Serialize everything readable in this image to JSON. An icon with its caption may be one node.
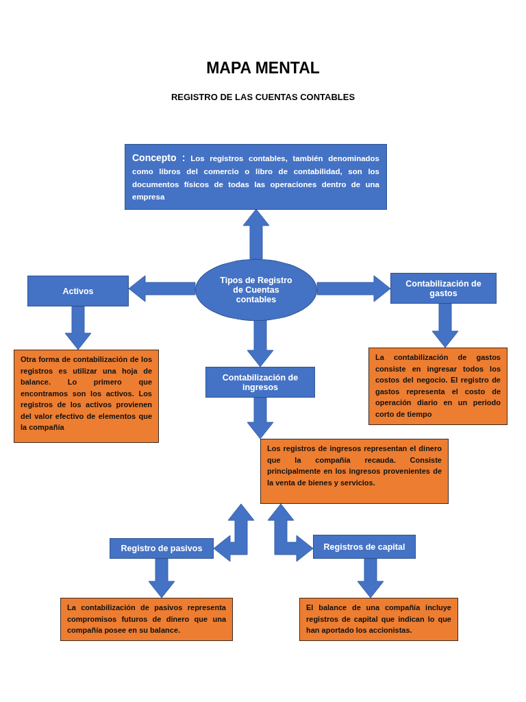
{
  "diagram": {
    "title": "MAPA MENTAL",
    "nodes": [
      {
        "text": [
          "Concepto :",
          "Los registros contables, también denominados como libros del comercio o libro de contabilidad, son los documentos físicos de todas las operaciones dentro de una empresa"
        ]
      },
      {
        "text": [
          "Tipos de Registro de Cuentas contables"
        ]
      },
      {
        "text": [
          "Activos"
        ]
      },
      {
        "text": [
          "Otra forma de contabilización de los registros es utilizar una hoja de balance. Lo primero que encontramos son los activos. Los registros de los activos provienen del valor efectivo de elementos que la compañía"
        ]
      },
      {
        "text": [
          "Contabilización de gastos"
        ]
      },
      {
        "text": [
          "La contabilización de gastos consiste en ingresar todos los costos del negocio. El registro de gastos representa el costo de operación diario en un periodo corto de tiempo"
        ]
      },
      {
        "text": [
          "Contabilización de ingresos"
        ]
      },
      {
        "text": [
          "Los registros de ingresos representan el dinero que la compañía recauda. Consiste principalmente en los ingresos provenientes de la venta de bienes y servicios."
        ]
      },
      {
        "text": [
          "Registro de pasivos"
        ]
      },
      {
        "text": [
          "La contabilización de pasivos representa compromisos futuros de dinero que una compañía posee en su balance."
        ]
      },
      {
        "text": [
          "Registros de capital"
        ]
      },
      {
        "text": [
          "El balance de una compañía incluye registros de capital que indican lo que han aportado los accionistas."
        ]
      }
    ],
    "edges": [
      {
        "from": 1,
        "to": 0,
        "arrow": "to"
      },
      {
        "from": 1,
        "to": 2,
        "arrow": "to"
      },
      {
        "from": 1,
        "to": 4,
        "arrow": "to"
      },
      {
        "from": 1,
        "to": 6,
        "arrow": "to"
      },
      {
        "from": 2,
        "to": 3,
        "arrow": "to"
      },
      {
        "from": 4,
        "to": 5,
        "arrow": "to"
      },
      {
        "from": 6,
        "to": 7,
        "arrow": "to"
      },
      {
        "from": 7,
        "to": 8,
        "arrow": "both"
      },
      {
        "from": 7,
        "to": 10,
        "arrow": "both"
      },
      {
        "from": 8,
        "to": 9,
        "arrow": "to"
      },
      {
        "from": 10,
        "to": 11,
        "arrow": "to"
      }
    ],
    "labels": [
      "REGISTRO DE LAS CUENTAS CONTABLES"
    ]
  }
}
